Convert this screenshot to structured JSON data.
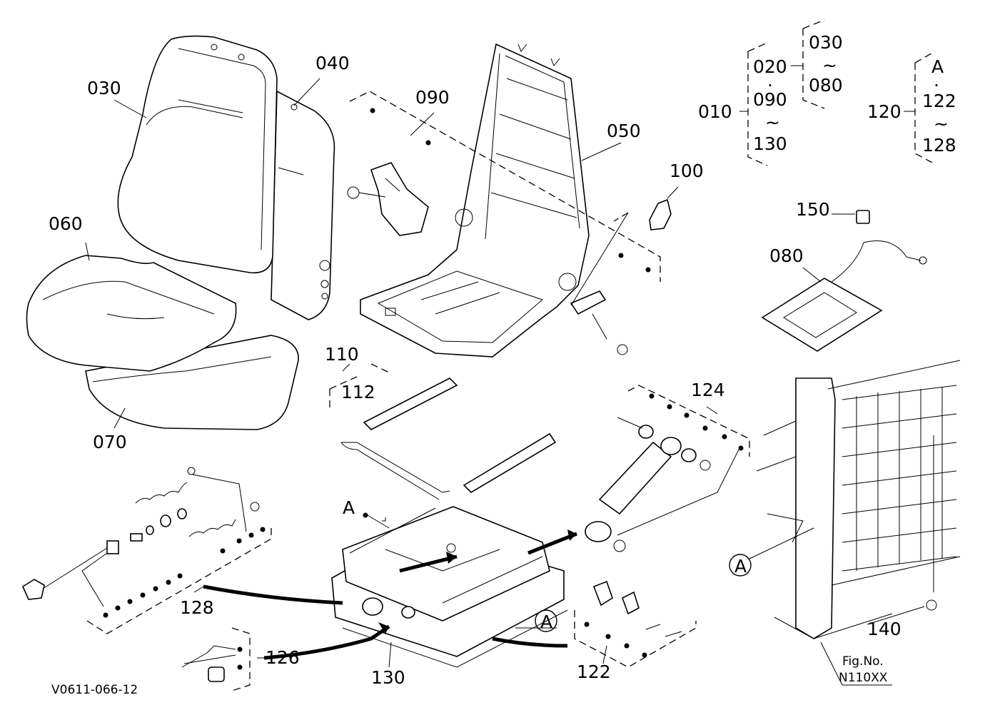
{
  "labels": {
    "p030": "030",
    "p040": "040",
    "p050": "050",
    "p060": "060",
    "p070": "070",
    "p090": "090",
    "p100": "100",
    "p110": "110",
    "p112": "112",
    "p122": "122",
    "p124": "124",
    "p126": "126",
    "p128": "128",
    "p130": "130",
    "p140": "140",
    "p150": "150",
    "p080": "080",
    "refA1": "A",
    "refA2": "A",
    "refA3": "A"
  },
  "group010": {
    "root": "010",
    "a": "020",
    "b": "·",
    "c": "090",
    "tilde1": "~",
    "d": "130",
    "sub_top": "030",
    "tilde2": "~",
    "sub_bottom": "080"
  },
  "group120": {
    "root": "120",
    "a": "A",
    "b": "·",
    "c": "122",
    "tilde": "~",
    "d": "128"
  },
  "footer": {
    "code": "V0611-066-12",
    "fig_line1": "Fig.No.",
    "fig_line2": "N110XX"
  }
}
